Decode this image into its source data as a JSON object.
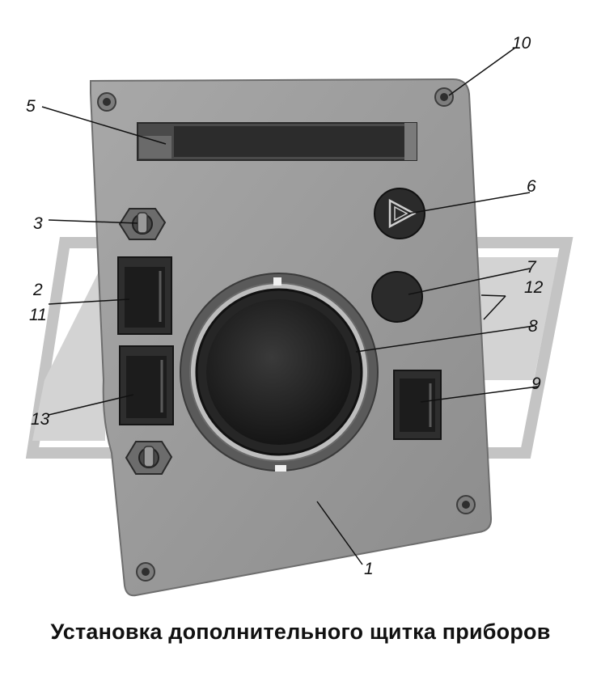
{
  "caption": "Установка дополнительного щитка приборов",
  "callouts": {
    "c1": "1",
    "c2": "2",
    "c3": "3",
    "c5": "5",
    "c6": "6",
    "c7": "7",
    "c8": "8",
    "c9": "9",
    "c10": "10",
    "c11": "11",
    "c12": "12",
    "c13": "13"
  },
  "icons": {
    "hazard": "hazard-triangle-icon"
  },
  "colors": {
    "panel": "#9a9a9a",
    "panel_edge": "#6e6e6e",
    "background_stripe": "#c9c9c9",
    "dark_component": "#2a2a2a",
    "text": "#111111"
  }
}
